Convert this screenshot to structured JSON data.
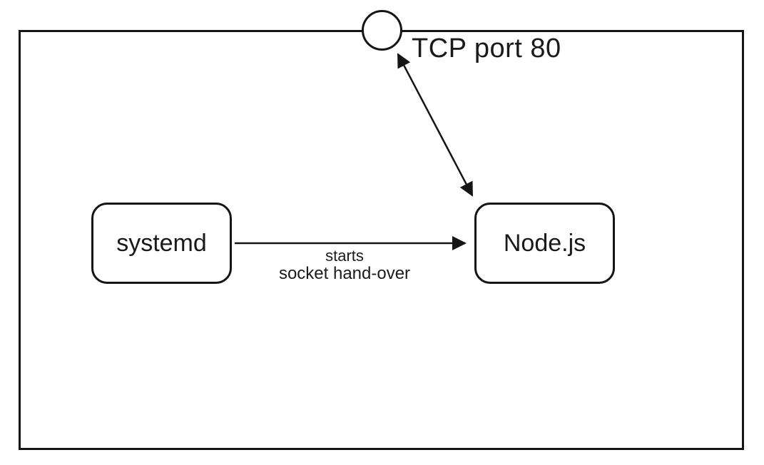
{
  "diagram": {
    "background_color": "#ffffff",
    "stroke_color": "#151515",
    "text_color": "#1a1a1a",
    "port": {
      "label": "TCP port 80",
      "shape": "circle-on-boundary"
    },
    "nodes": [
      {
        "id": "systemd",
        "label": "systemd"
      },
      {
        "id": "nodejs",
        "label": "Node.js"
      }
    ],
    "edges": [
      {
        "from": "systemd",
        "to": "nodejs",
        "direction": "single-arrow",
        "label_line1": "starts",
        "label_line2": "socket hand-over"
      },
      {
        "from": "tcp-port-80",
        "to": "nodejs",
        "direction": "double-arrow",
        "label_line1": "",
        "label_line2": ""
      }
    ]
  }
}
